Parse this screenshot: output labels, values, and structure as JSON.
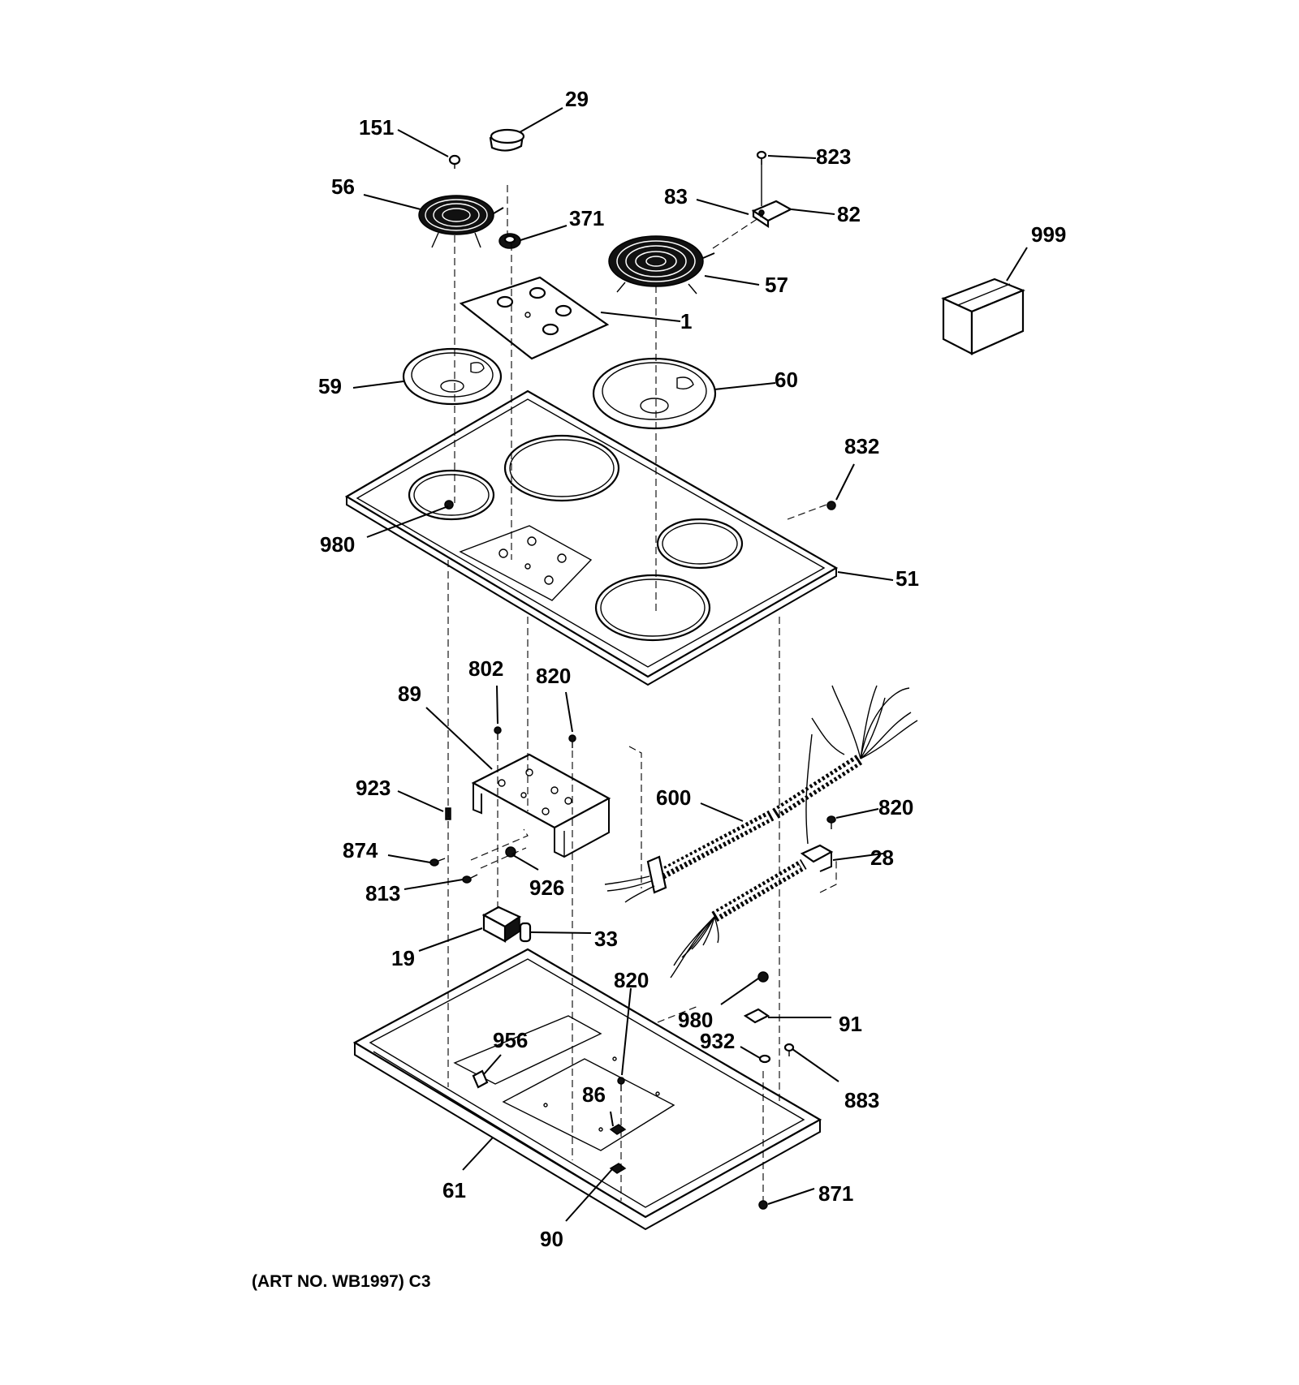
{
  "labels": {
    "p151": "151",
    "p29": "29",
    "p823": "823",
    "p56": "56",
    "p371": "371",
    "p83": "83",
    "p82": "82",
    "p999": "999",
    "p57": "57",
    "p1": "1",
    "p59": "59",
    "p60": "60",
    "p832": "832",
    "p980a": "980",
    "p51": "51",
    "p802": "802",
    "p820a": "820",
    "p89": "89",
    "p600": "600",
    "p820b": "820",
    "p923": "923",
    "p28": "28",
    "p874": "874",
    "p926": "926",
    "p813": "813",
    "p33": "33",
    "p19": "19",
    "p820c": "820",
    "p980b": "980",
    "p91": "91",
    "p932": "932",
    "p956": "956",
    "p86": "86",
    "p883": "883",
    "p61": "61",
    "p871": "871",
    "p90": "90"
  },
  "caption": "(ART NO. WB1997) C3"
}
